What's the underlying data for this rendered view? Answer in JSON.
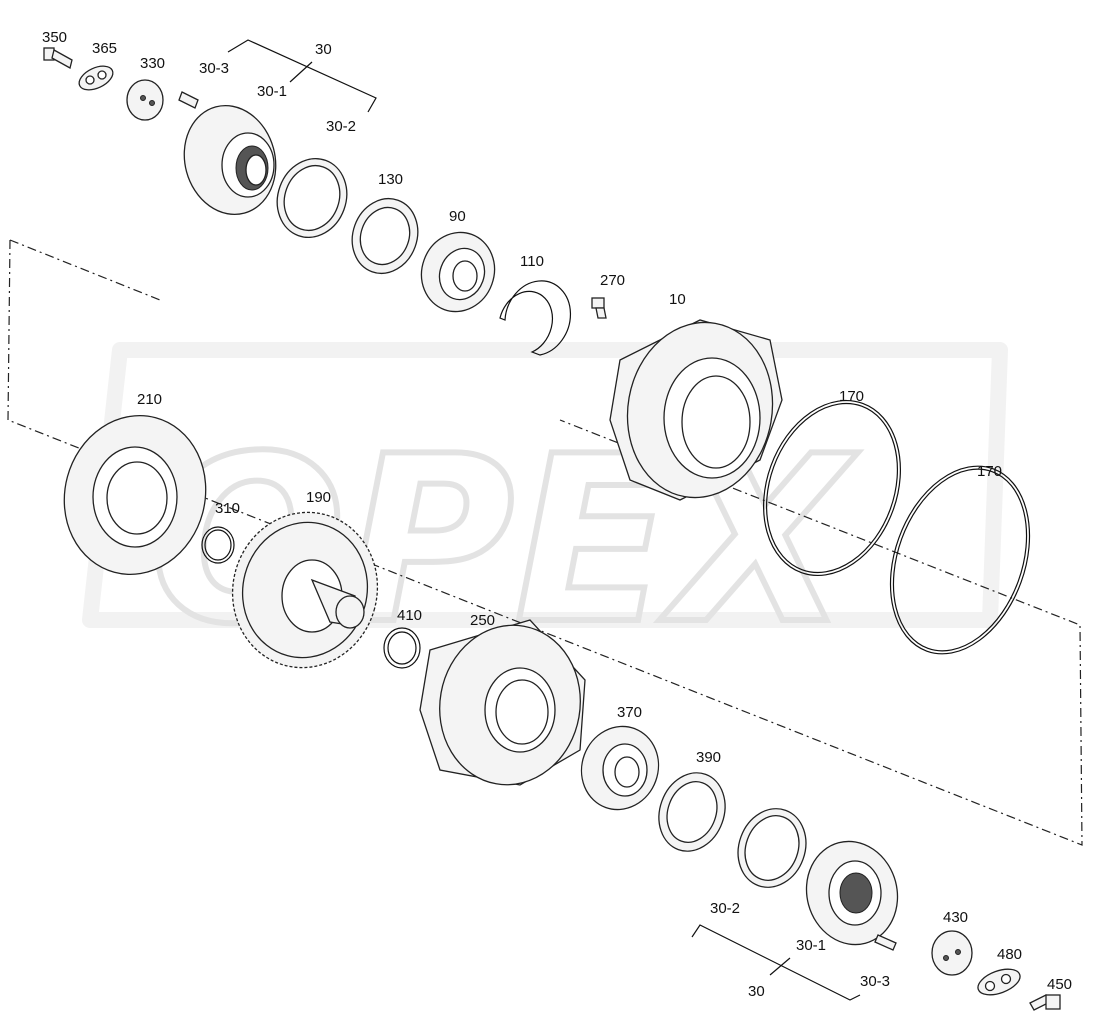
{
  "watermark": "OPEX",
  "labels": {
    "l350": "350",
    "l365": "365",
    "l330": "330",
    "l30_3_top": "30-3",
    "l30_top": "30",
    "l30_1_top": "30-1",
    "l30_2_top": "30-2",
    "l130": "130",
    "l90": "90",
    "l110": "110",
    "l270": "270",
    "l10": "10",
    "l170a": "170",
    "l170b": "170",
    "l210": "210",
    "l310": "310",
    "l190": "190",
    "l410": "410",
    "l250": "250",
    "l370": "370",
    "l390": "390",
    "l30_2_bot": "30-2",
    "l30_1_bot": "30-1",
    "l30_bot": "30",
    "l30_3_bot": "30-3",
    "l430": "430",
    "l480": "480",
    "l450": "450"
  }
}
